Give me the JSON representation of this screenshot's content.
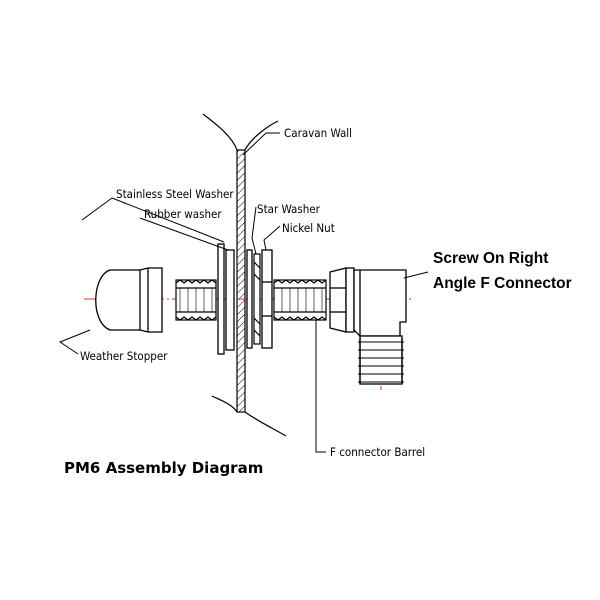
{
  "diagram": {
    "title": "PM6 Assembly Diagram",
    "labels": {
      "caravan_wall": "Caravan Wall",
      "stainless_steel_washer": "Stainless Steel Washer",
      "rubber_washer": "Rubber washer",
      "star_washer": "Star Washer",
      "nickel_nut": "Nickel Nut",
      "weather_stopper": "Weather Stopper",
      "f_connector_barrel": "F connector Barrel",
      "screw_on_line1": "Screw On Right",
      "screw_on_line2": "Angle F Connector"
    },
    "colors": {
      "line": "#000000",
      "centerline": "#e0282c",
      "background": "#ffffff"
    }
  }
}
